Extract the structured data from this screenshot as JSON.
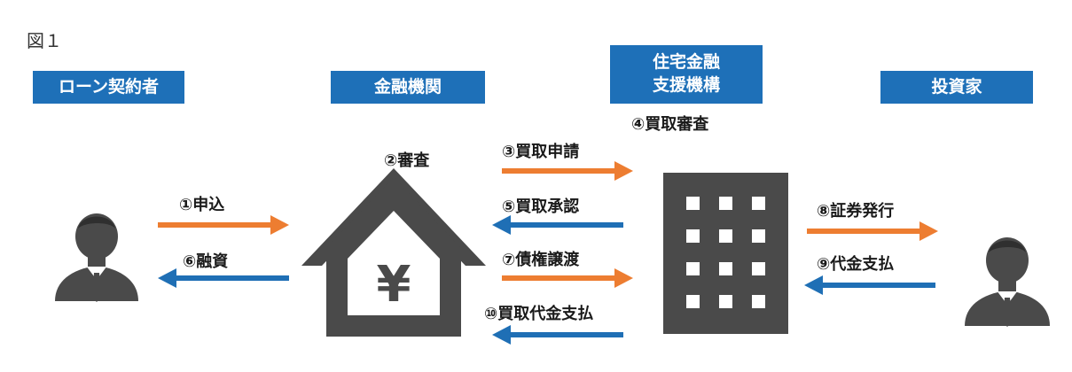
{
  "figure_label": "図１",
  "headers": {
    "borrower": "ローン契約者",
    "bank": "金融機関",
    "jhf_line1": "住宅金融",
    "jhf_line2": "支援機構",
    "investor": "投資家"
  },
  "steps": {
    "s1": "①申込",
    "s2": "②審査",
    "s3": "③買取申請",
    "s4": "④買取審査",
    "s5": "⑤買取承認",
    "s6": "⑥融資",
    "s7": "⑦債権譲渡",
    "s8": "⑧証券発行",
    "s9": "⑨代金支払",
    "s10": "⑩買取代金支払"
  },
  "icons": {
    "bank_symbol": "¥"
  },
  "colors": {
    "header_bg": "#1e70b8",
    "arrow_orange": "#ed7d31",
    "arrow_blue": "#1f6fb5",
    "icon_gray": "#4a4a4a"
  }
}
